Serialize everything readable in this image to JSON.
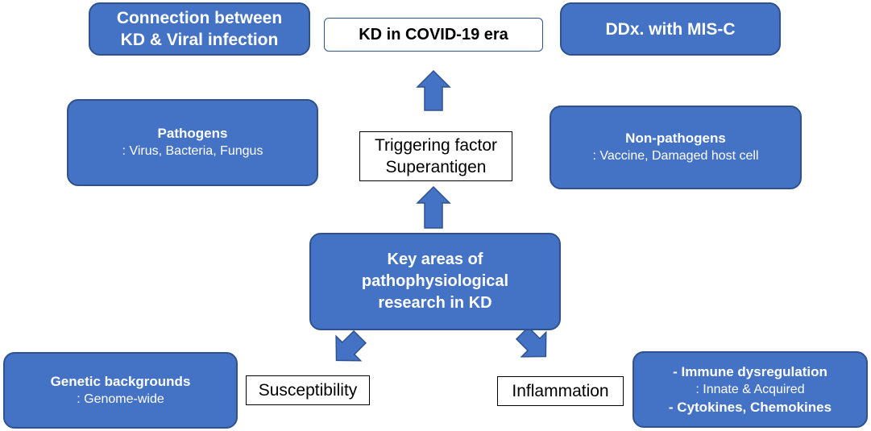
{
  "top": {
    "connection": [
      "Connection between",
      "KD & Viral infection"
    ],
    "center": "KD in COVID-19 era",
    "ddx": "DDx. with MIS-C"
  },
  "pathogens": {
    "title": "Pathogens",
    "detail": ": Virus, Bacteria, Fungus"
  },
  "trigger": [
    "Triggering factor",
    "Superantigen"
  ],
  "non_pathogens": {
    "title": "Non-pathogens",
    "detail": ": Vaccine, Damaged host cell"
  },
  "key_areas": [
    "Key areas of",
    "pathophysiological",
    "research in KD"
  ],
  "genetic": {
    "title": "Genetic backgrounds",
    "detail": ": Genome-wide"
  },
  "susceptibility": "Susceptibility",
  "inflammation": "Inflammation",
  "immune": {
    "line1": "- Immune dysregulation",
    "line2": ": Innate & Acquired",
    "line3": "- Cytokines, Chemokines"
  },
  "colors": {
    "box_fill": "#4472c4",
    "box_border": "#2f528f",
    "arrow": "#4472c4"
  }
}
